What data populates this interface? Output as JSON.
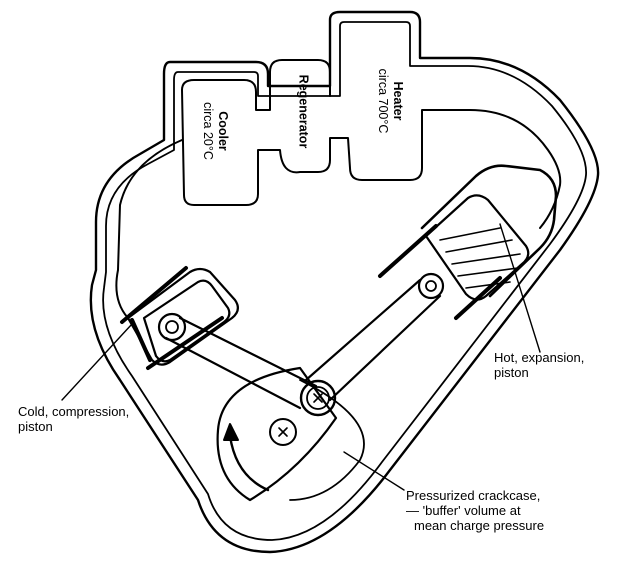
{
  "labels": {
    "heater": {
      "title": "Heater",
      "temp": "circa 700°C"
    },
    "regenerator": {
      "title": "Regenerator"
    },
    "cooler": {
      "title": "Cooler",
      "temp": "circa 20°C"
    },
    "cold_piston": {
      "line1": "Cold, compression,",
      "line2": "piston"
    },
    "hot_piston": {
      "line1": "Hot, expansion,",
      "line2": "piston"
    },
    "crankcase": {
      "line1": "Pressurized crackcase,",
      "line2": "— 'buffer' volume at",
      "line3": "mean charge pressure"
    }
  }
}
